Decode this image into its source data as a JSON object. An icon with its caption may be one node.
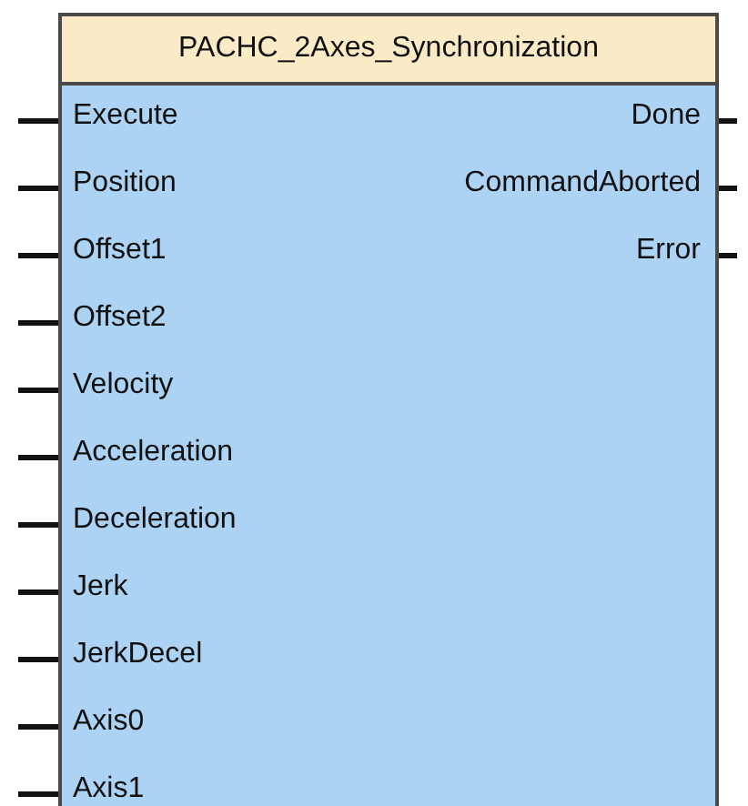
{
  "diagram": {
    "nodes": [
      {
        "text": [
          "PACHC_2Axes_Synchronization"
        ]
      }
    ],
    "labels": [
      "Execute",
      "Done",
      "Position",
      "CommandAborted",
      "Offset1",
      "Error",
      "Offset2",
      "Velocity",
      "Acceleration",
      "Deceleration",
      "Jerk",
      "JerkDecel",
      "Axis0",
      "Axis1"
    ]
  }
}
